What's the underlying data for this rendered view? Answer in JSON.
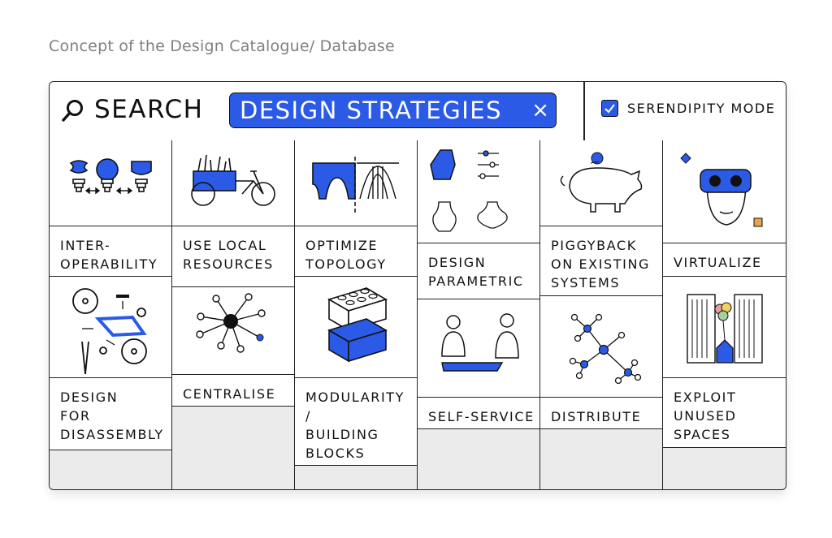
{
  "caption": "Concept of the Design Catalogue/ Database",
  "search": {
    "label": "SEARCH",
    "query": "DESIGN STRATEGIES",
    "clear": "×"
  },
  "serendipity": {
    "label": "SERENDIPITY MODE",
    "checked": true
  },
  "colors": {
    "accent": "#2b5be6",
    "border": "#222222",
    "filler": "#ebebeb"
  },
  "cards": [
    {
      "label": "INTER-\nOPERABILITY",
      "icon": "lightbulb-interop-icon"
    },
    {
      "label": "DESIGN\nFOR\nDISASSEMBLY",
      "icon": "bicycle-parts-icon"
    },
    {
      "label": "USE LOCAL\nRESOURCES",
      "icon": "cargo-bike-icon"
    },
    {
      "label": "CENTRALISE",
      "icon": "hub-network-icon"
    },
    {
      "label": "OPTIMIZE\nTOPOLOGY",
      "icon": "bridge-arch-icon"
    },
    {
      "label": "MODULARITY\n/\nBUILDING\nBLOCKS",
      "icon": "lego-bricks-icon"
    },
    {
      "label": "DESIGN\nPARAMETRIC",
      "icon": "parametric-vase-icon"
    },
    {
      "label": "SELF-SERVICE",
      "icon": "people-assembling-icon"
    },
    {
      "label": "PIGGYBACK\nON EXISTING\nSYSTEMS",
      "icon": "bird-on-pig-icon"
    },
    {
      "label": "DISTRIBUTE",
      "icon": "distributed-network-icon"
    },
    {
      "label": "VIRTUALIZE",
      "icon": "vr-headset-icon"
    },
    {
      "label": "EXPLOIT\nUNUSED\nSPACES",
      "icon": "buildings-house-icon"
    }
  ]
}
